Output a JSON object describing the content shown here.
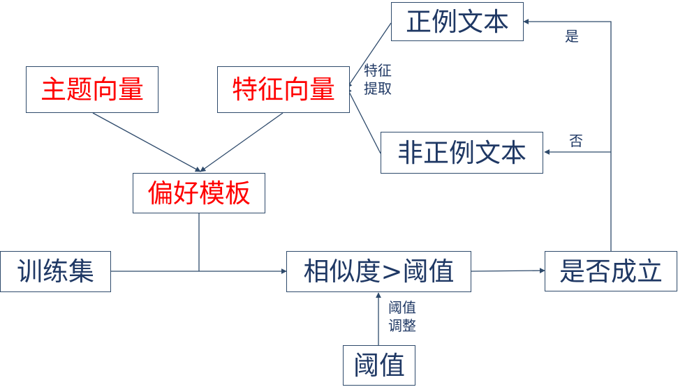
{
  "nodes": {
    "positive_text": "正例文本",
    "topic_vector": "主题向量",
    "feature_vector": "特征向量",
    "negative_text": "非正例文本",
    "preference_template": "偏好模板",
    "training_set": "训练集",
    "similarity_threshold": "相似度>阈值",
    "is_valid": "是否成立",
    "threshold": "阈值"
  },
  "edge_labels": {
    "feature_extraction_line1": "特征",
    "feature_extraction_line2": "提取",
    "yes": "是",
    "no": "否",
    "threshold_adjust_line1": "阈值",
    "threshold_adjust_line2": "调整"
  },
  "colors": {
    "node_text": "#1f3864",
    "highlight_text": "#ff0000",
    "border": "#2e4a6b"
  }
}
